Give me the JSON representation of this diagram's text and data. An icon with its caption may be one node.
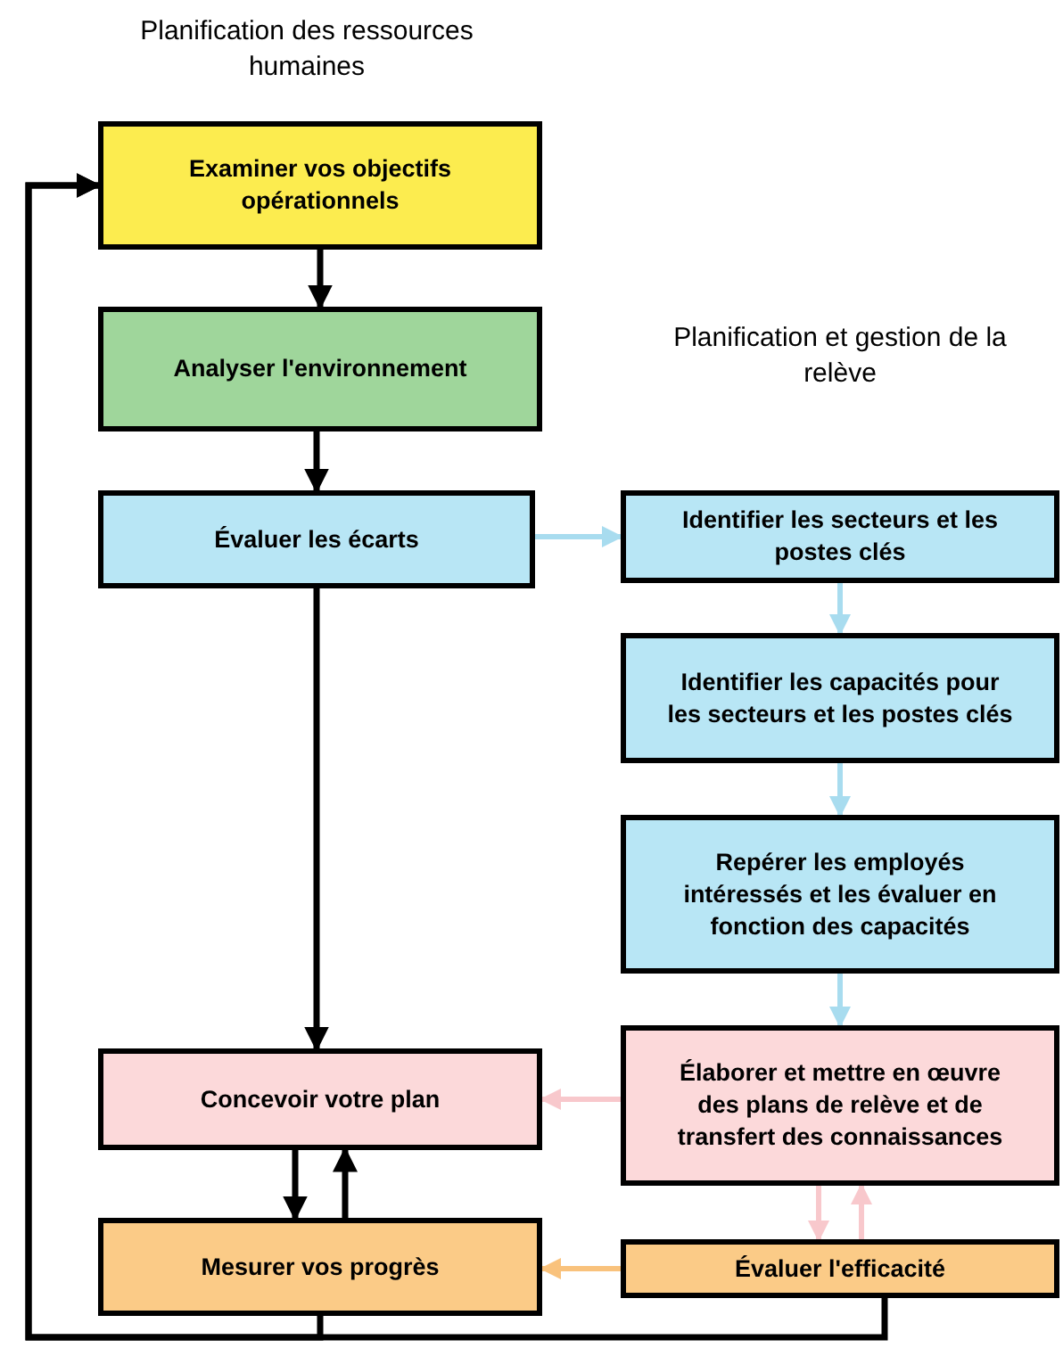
{
  "diagram": {
    "nodes": [
      {
        "text": [
          "Examiner vos objectifs opérationnels"
        ]
      },
      {
        "text": [
          "Analyser l'environnement"
        ]
      },
      {
        "text": [
          "Évaluer les écarts"
        ]
      },
      {
        "text": [
          "Identifier les secteurs et les postes clés"
        ]
      },
      {
        "text": [
          "Identifier les capacités pour les secteurs et les postes clés"
        ]
      },
      {
        "text": [
          "Repérer les employés intéressés et les évaluer en fonction des capacités"
        ]
      },
      {
        "text": [
          "Concevoir votre plan"
        ]
      },
      {
        "text": [
          "Élaborer et mettre en œuvre des plans de relève et de transfert des connaissances"
        ]
      },
      {
        "text": [
          "Mesurer vos progrès"
        ]
      },
      {
        "text": [
          "Évaluer l'efficacité"
        ]
      }
    ],
    "edges": [
      {
        "from": 0,
        "to": 1,
        "arrow": "to"
      },
      {
        "from": 1,
        "to": 2,
        "arrow": "to"
      },
      {
        "from": 2,
        "to": 3,
        "arrow": "to",
        "color": "#a8dcef"
      },
      {
        "from": 3,
        "to": 4,
        "arrow": "to",
        "color": "#a8dcef"
      },
      {
        "from": 4,
        "to": 5,
        "arrow": "to",
        "color": "#a8dcef"
      },
      {
        "from": 5,
        "to": 7,
        "arrow": "to",
        "color": "#a8dcef"
      },
      {
        "from": 2,
        "to": 6,
        "arrow": "to"
      },
      {
        "from": 7,
        "to": 6,
        "arrow": "to",
        "color": "#f8c8cc"
      },
      {
        "from": 6,
        "to": 8,
        "arrow": "to"
      },
      {
        "from": 8,
        "to": 6,
        "arrow": "to"
      },
      {
        "from": 7,
        "to": 9,
        "arrow": "to",
        "color": "#f8c8cc"
      },
      {
        "from": 9,
        "to": 7,
        "arrow": "to",
        "color": "#f8c8cc"
      },
      {
        "from": 9,
        "to": 8,
        "arrow": "to",
        "color": "#f9c27c"
      },
      {
        "from": 8,
        "to": 0,
        "arrow": "to"
      },
      {
        "from": 9,
        "to": 0,
        "arrow": "to"
      }
    ],
    "labels": [
      "Planification des ressources humaines",
      "Planification et gestion de la relève"
    ]
  }
}
